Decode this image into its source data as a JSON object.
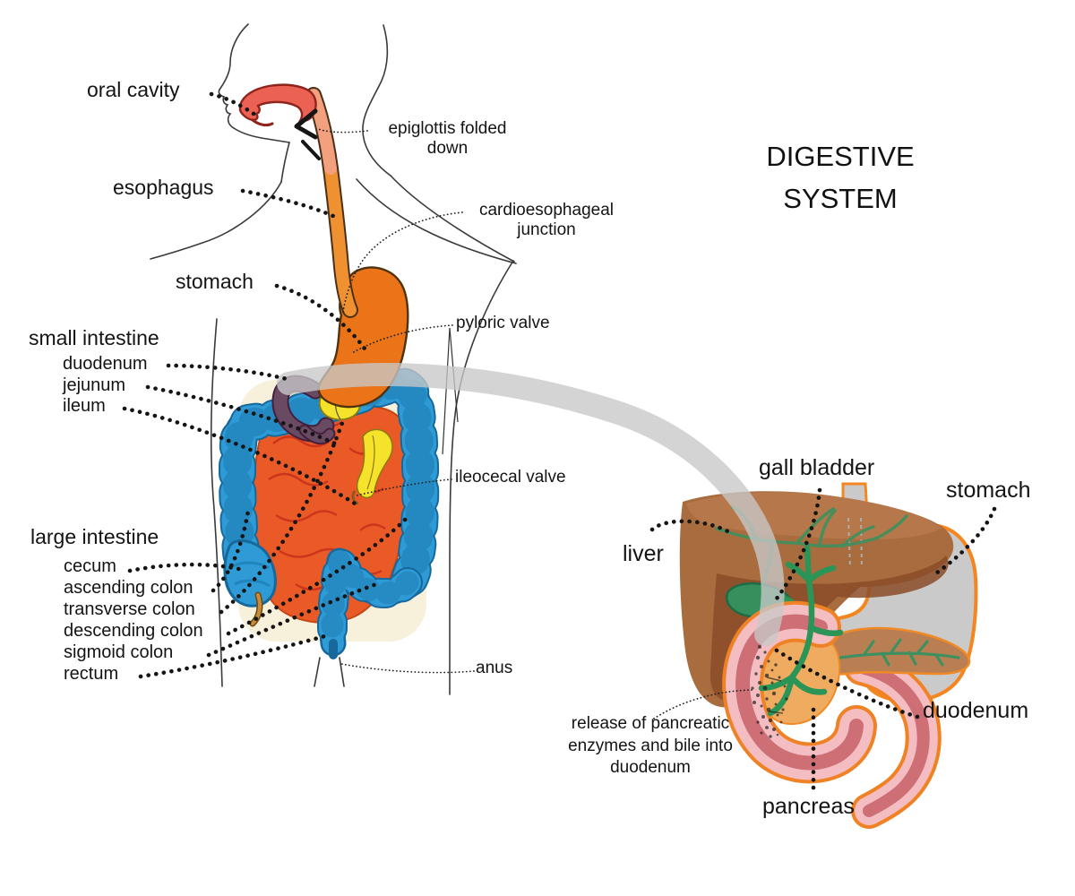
{
  "title": {
    "text": "DIGESTIVE SYSTEM"
  },
  "overview": {
    "labels": {
      "oral_cavity": "oral cavity",
      "epiglottis": "epiglottis folded down",
      "esophagus": "esophagus",
      "cardioesophageal_junction": "cardioesophageal junction",
      "stomach": "stomach",
      "pyloric_valve": "pyloric valve",
      "small_intestine": "small intestine",
      "small_intestine_parts": [
        "duodenum",
        "jejunum",
        "ileum"
      ],
      "ileocecal_valve": "ileocecal valve",
      "large_intestine": "large intestine",
      "large_intestine_parts": [
        "cecum",
        "ascending colon",
        "transverse colon",
        "descending colon",
        "sigmoid colon",
        "rectum"
      ],
      "anus": "anus"
    }
  },
  "detail": {
    "labels": {
      "liver": "liver",
      "gall_bladder": "gall bladder",
      "stomach": "stomach",
      "duodenum": "duodenum",
      "pancreas": "pancreas",
      "annotation": "release of pancreatic enzymes and bile into duodenum"
    }
  },
  "colors": {
    "oral_cavity": "#EB6254",
    "pharynx": "#F2A07E",
    "esophagus": "#EF9130",
    "stomach_overview": "#EC7418",
    "duodenum_overview": "#6A4A63",
    "highlight_yellow": "#F4E32A",
    "small_intestine": "#E95A26",
    "large_intestine": "#2E9AD6",
    "liver": "#A96C3F",
    "gall_bladder": "#35905D",
    "bile_duct": "#2B9457",
    "pancreas_head": "#EFAC61",
    "pancreas_tail": "#B97F53",
    "stomach_detail": "#CACACA",
    "duodenum_detail": "#F3BDC1",
    "detail_outline": "#F5861F",
    "zoom_band": "#C8C8C8",
    "leader": "#151515"
  }
}
